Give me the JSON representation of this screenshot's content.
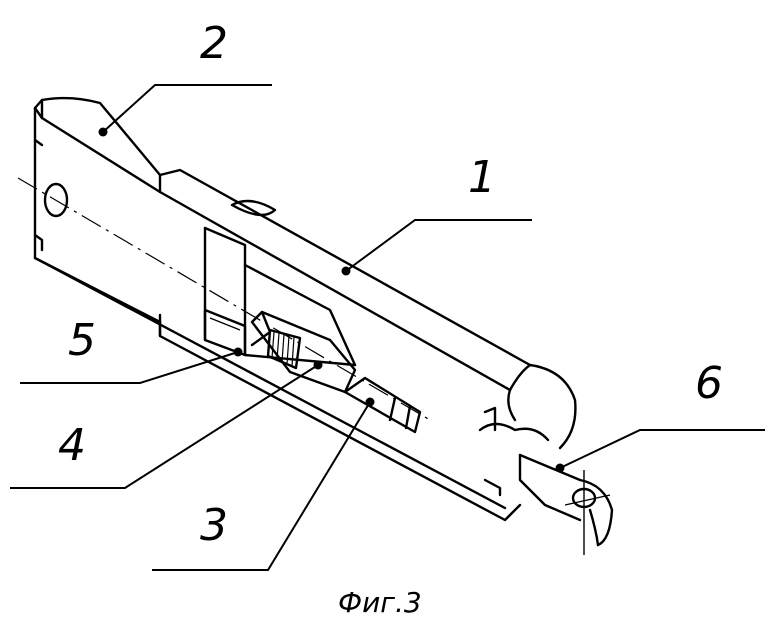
{
  "figure": {
    "caption": "Фиг.3",
    "callouts": [
      {
        "id": "c1",
        "label": "1"
      },
      {
        "id": "c2",
        "label": "2"
      },
      {
        "id": "c3",
        "label": "3"
      },
      {
        "id": "c4",
        "label": "4"
      },
      {
        "id": "c5",
        "label": "5"
      },
      {
        "id": "c6",
        "label": "6"
      }
    ]
  }
}
